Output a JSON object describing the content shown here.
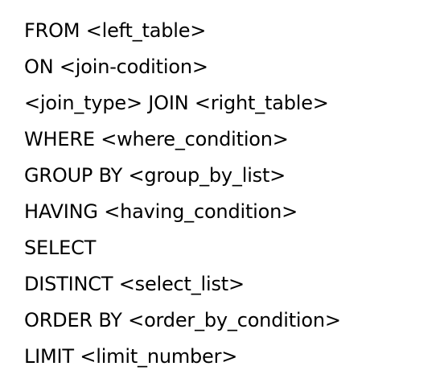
{
  "lines": [
    "FROM <left_table>",
    "ON <join-codition>",
    "<join_type> JOIN <right_table>",
    "WHERE <where_condition>",
    "GROUP BY <group_by_list>",
    "HAVING <having_condition>",
    "SELECT",
    "DISTINCT <select_list>",
    "ORDER BY <order_by_condition>",
    "LIMIT <limit_number>"
  ]
}
